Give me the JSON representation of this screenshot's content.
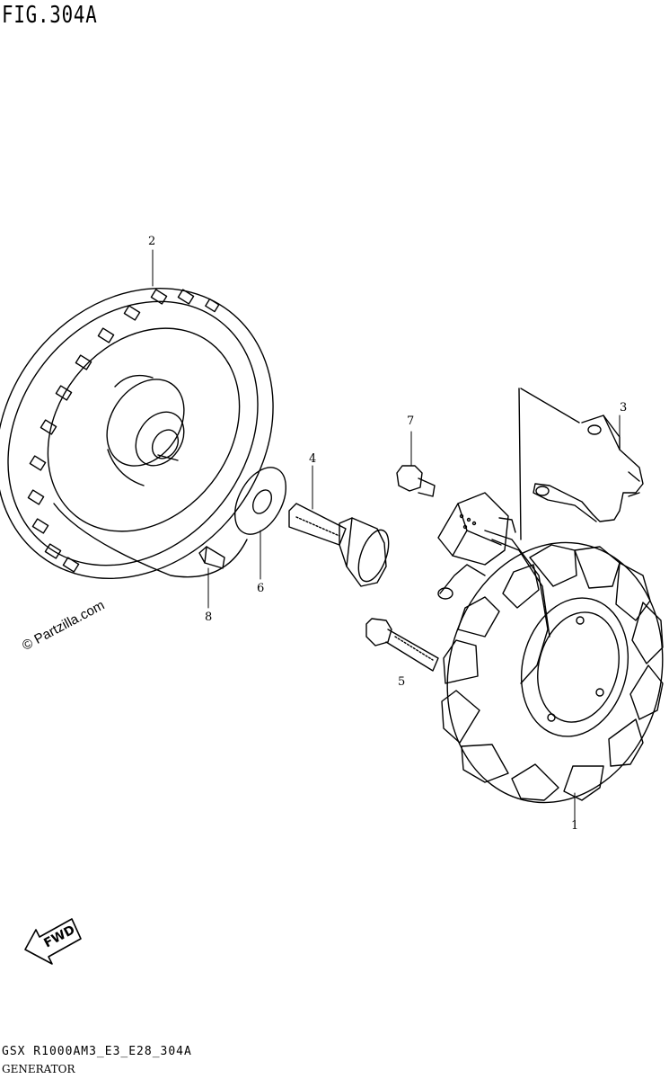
{
  "figure": {
    "title": "FIG.304A",
    "code": "GSX R1000AM3_E3_E28_304A",
    "name": "GENERATOR"
  },
  "watermark": "© Partzilla.com",
  "direction_badge": "FWD",
  "callouts": [
    {
      "id": "1",
      "label": "1"
    },
    {
      "id": "2",
      "label": "2"
    },
    {
      "id": "3",
      "label": "3"
    },
    {
      "id": "4",
      "label": "4"
    },
    {
      "id": "5",
      "label": "5"
    },
    {
      "id": "6",
      "label": "6"
    },
    {
      "id": "7",
      "label": "7"
    },
    {
      "id": "8",
      "label": "8"
    }
  ],
  "colors": {
    "line": "#000000",
    "background": "#ffffff"
  }
}
